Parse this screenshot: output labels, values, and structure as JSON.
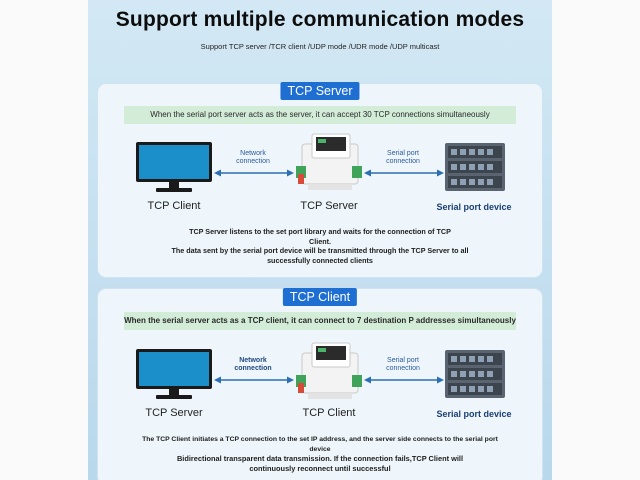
{
  "header": {
    "title": "Support multiple communication modes",
    "subtitle": "Support TCP server /TCR client /UDP mode /UDR mode /UDP multicast"
  },
  "tcp_server": {
    "tag": "TCP Server",
    "banner": "When the serial port server acts as the server, it can accept 30 TCP connections simultaneously",
    "left_label": "TCP Client",
    "center_label": "TCP Server",
    "right_label": "Serial port device",
    "left_arrow_label": "Network\nconnection",
    "right_arrow_label": "Serial port\nconnection",
    "desc_line1": "TCP Server listens to the set port library and waits for the connection of TCP",
    "desc_line2": "Client.",
    "desc_line3": "The data sent by the serial port device will be transmitted through the TCP Server to all",
    "desc_line4": "successfully connected clients"
  },
  "tcp_client": {
    "tag": "TCP Client",
    "banner": "When the serial server acts as a TCP client, it can connect to 7 destination P addresses simultaneously",
    "left_label": "TCP Server",
    "center_label": "TCP Client",
    "right_label": "Serial port device",
    "left_arrow_label": "Network\nconnection",
    "right_arrow_label": "Serial port\nconnection",
    "desc_line1": "The TCP Client initiates a TCP connection to the set IP address, and the server side connects to the serial port",
    "desc_line2": "device",
    "desc_line3": "Bidirectional transparent data transmission. If the connection fails,TCP Client will",
    "desc_line4": "continuously reconnect until successful"
  },
  "colors": {
    "accent": "#1f6fd2",
    "banner": "#d3ecd8",
    "monitor_screen": "#1b8fc9",
    "arrow": "#2c6fb2"
  },
  "icons": [
    "monitor-icon",
    "serial-server-device-icon",
    "server-rack-icon",
    "double-arrow-icon"
  ]
}
